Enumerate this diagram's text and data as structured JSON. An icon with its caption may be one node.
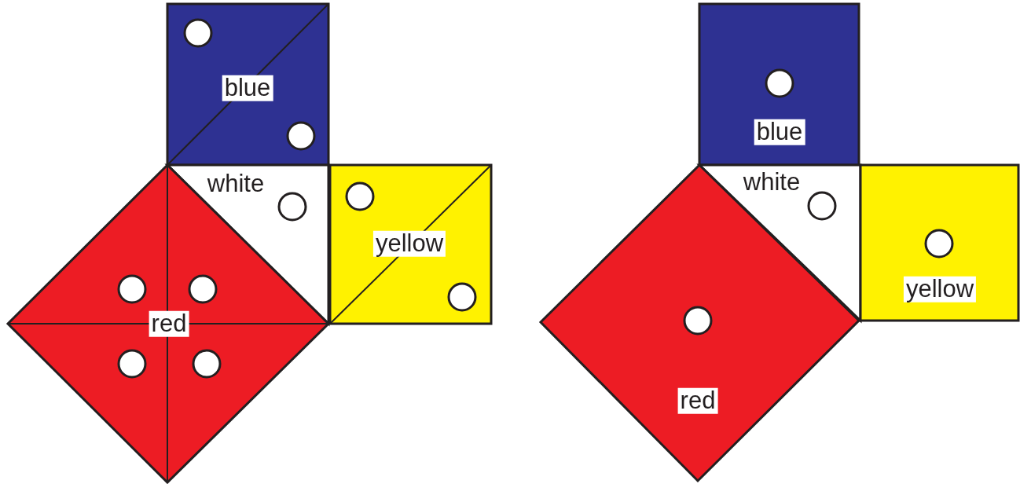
{
  "diagram": {
    "nodes": [
      {
        "text": [
          "blue"
        ]
      },
      {
        "text": [
          "white"
        ]
      },
      {
        "text": [
          "yellow"
        ]
      },
      {
        "text": [
          "red"
        ]
      },
      {
        "text": [
          "blue"
        ]
      },
      {
        "text": [
          "white"
        ]
      },
      {
        "text": [
          "yellow"
        ]
      },
      {
        "text": [
          "red"
        ]
      }
    ]
  }
}
